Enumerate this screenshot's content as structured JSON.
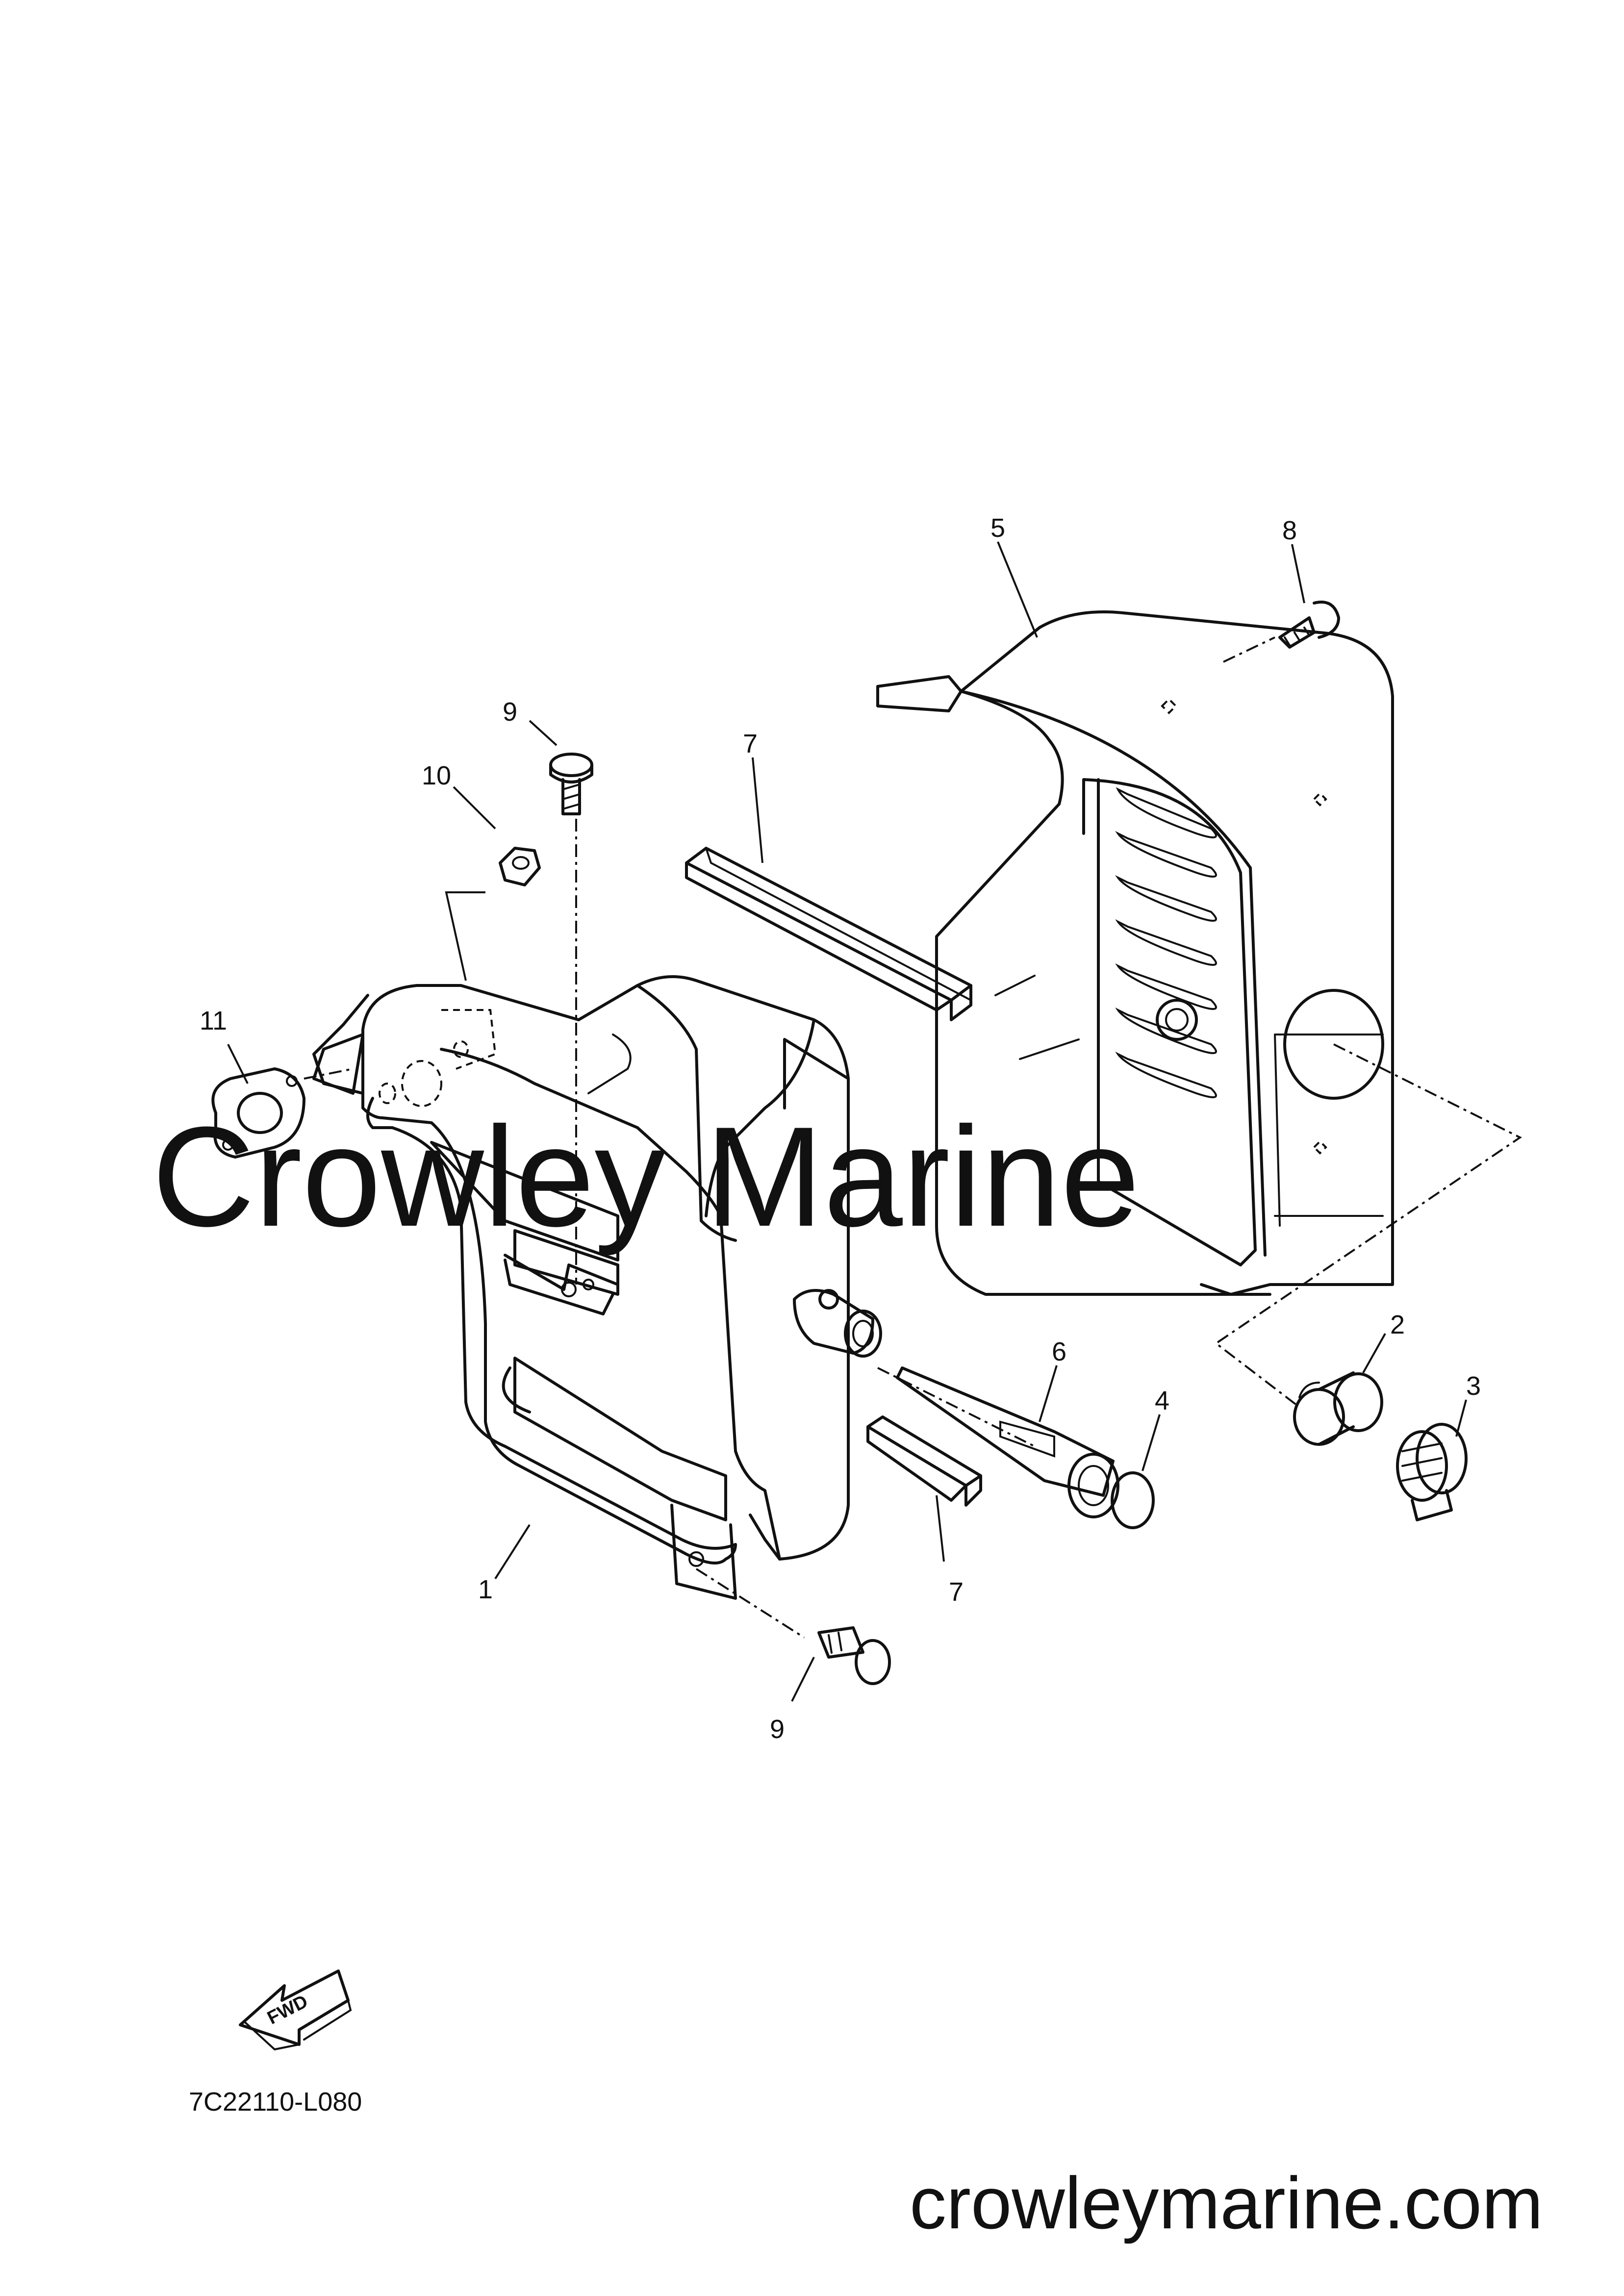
{
  "diagram": {
    "code": "7C22110-L080",
    "fwd_label": "FWD",
    "watermark": "Crowley Marine",
    "footer_url": "crowleymarine.com",
    "callouts": [
      "1",
      "2",
      "3",
      "4",
      "5",
      "6",
      "7",
      "7",
      "8",
      "9",
      "9",
      "10",
      "11"
    ]
  }
}
